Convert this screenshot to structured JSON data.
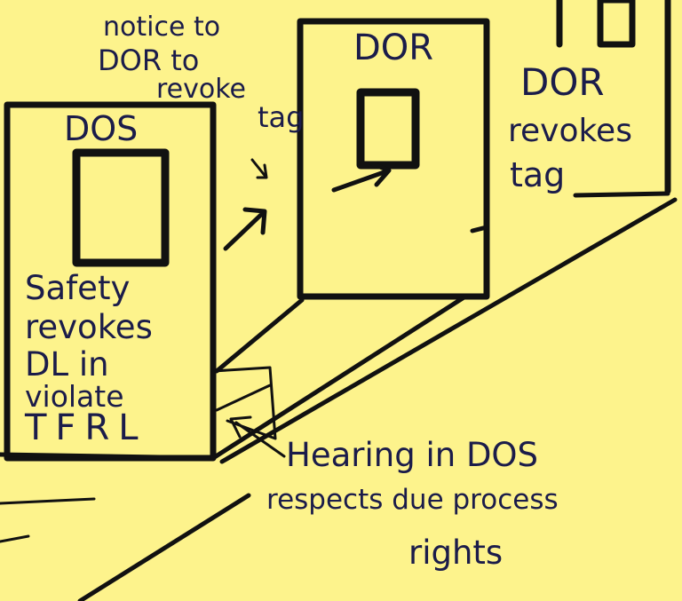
{
  "colors": {
    "paper": "#fdf38c",
    "ink": "#111111",
    "text": "#1b1c4a"
  },
  "buildings": {
    "dos": {
      "label": "DOS",
      "note_lines": [
        "Safety",
        "revokes",
        "DL in",
        "violate",
        "TFRL"
      ]
    },
    "dor": {
      "label": "DOR"
    },
    "third": {
      "label": ""
    }
  },
  "notes": {
    "notice": [
      "notice to",
      "DOR to",
      "revoke",
      "tag"
    ],
    "dor_revokes": [
      "DOR",
      "revokes",
      "tag"
    ],
    "hearing": [
      "Hearing in DOS",
      "respects due process",
      "rights"
    ]
  }
}
